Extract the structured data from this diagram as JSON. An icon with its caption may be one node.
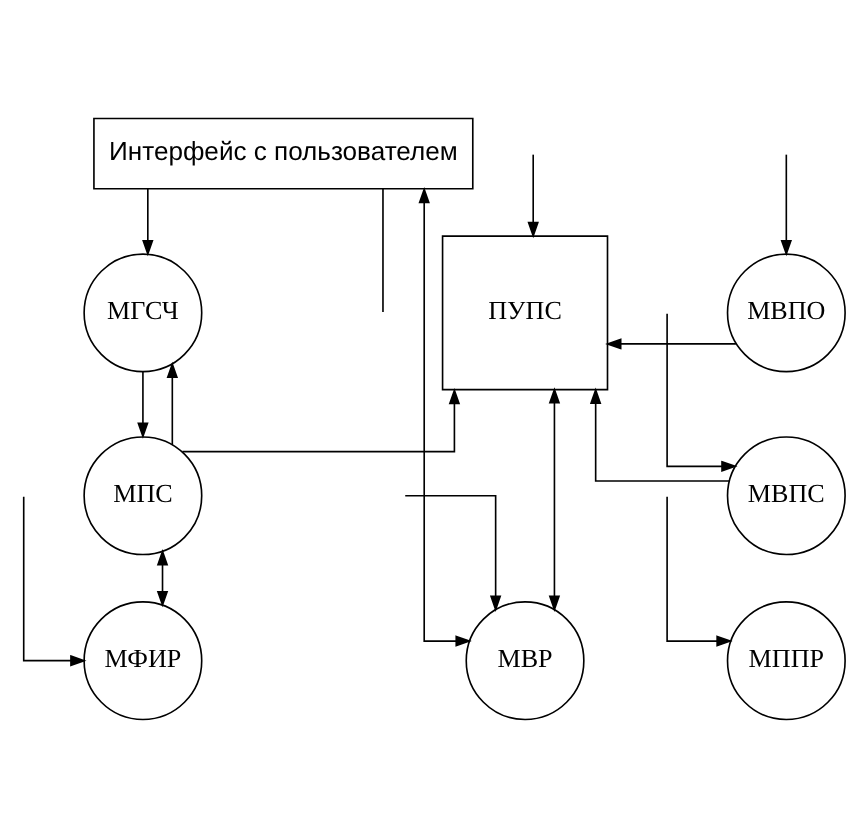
{
  "diagram": {
    "nodes": [
      {
        "text": [
          "Интерфейс с пользователем"
        ]
      },
      {
        "text": [
          "МГСЧ"
        ]
      },
      {
        "text": [
          "ПУПС"
        ]
      },
      {
        "text": [
          "МВПО"
        ]
      },
      {
        "text": [
          "МПС"
        ]
      },
      {
        "text": [
          "МВПС"
        ]
      },
      {
        "text": [
          "МФИР"
        ]
      },
      {
        "text": [
          "МВР"
        ]
      },
      {
        "text": [
          "МППР"
        ]
      }
    ],
    "edges": [
      {
        "from": 0,
        "to": 1,
        "arrow": "to"
      },
      {
        "from": 0,
        "to": null,
        "arrow": "none"
      },
      {
        "from": 1,
        "to": 4,
        "arrow": "to"
      },
      {
        "from": 4,
        "to": 1,
        "arrow": "to"
      },
      {
        "from": 4,
        "to": 2,
        "arrow": "to"
      },
      {
        "from": 3,
        "to": 2,
        "arrow": "to"
      },
      {
        "from": 5,
        "to": 2,
        "arrow": "to"
      },
      {
        "from": 7,
        "to": 0,
        "arrow": "both"
      },
      {
        "from": null,
        "to": 3,
        "arrow": "to"
      },
      {
        "from": null,
        "to": 5,
        "arrow": "to"
      },
      {
        "from": 4,
        "to": 6,
        "arrow": "both"
      },
      {
        "from": 2,
        "to": 7,
        "arrow": "both"
      },
      {
        "from": null,
        "to": 2,
        "arrow": "to"
      },
      {
        "from": null,
        "to": 7,
        "arrow": "to"
      },
      {
        "from": null,
        "to": 6,
        "arrow": "to"
      },
      {
        "from": null,
        "to": 8,
        "arrow": "to"
      }
    ]
  }
}
